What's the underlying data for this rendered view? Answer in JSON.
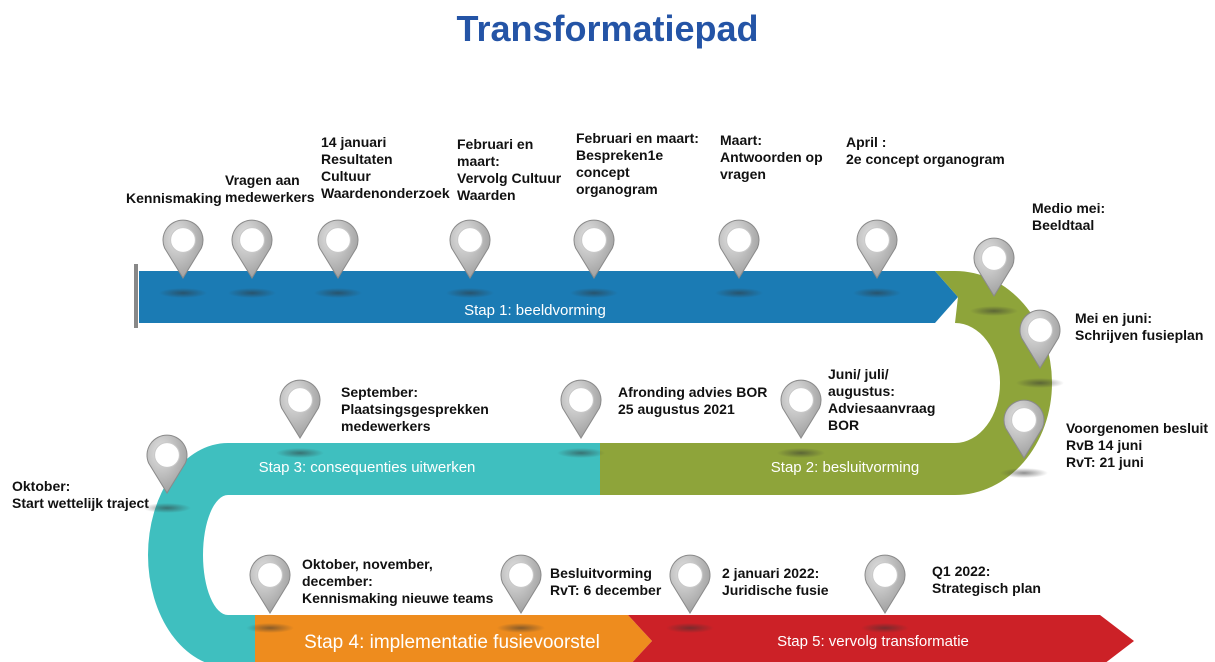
{
  "title": "Transformatiepad",
  "stages": {
    "s1": "Stap 1: beeldvorming",
    "s2": "Stap 2: besluitvorming",
    "s3": "Stap 3: consequenties uitwerken",
    "s4": "Stap 4: implementatie fusievoorstel",
    "s5": "Stap 5: vervolg transformatie"
  },
  "colors": {
    "stage1": "#1b7bb4",
    "stage2": "#8ea43a",
    "stage3": "#3fbfbf",
    "stage4": "#ee8c1e",
    "stage5": "#cc2127",
    "title": "#2454a6",
    "marker": "#b3b3b3"
  },
  "milestones": {
    "m1": "Kennismaking",
    "m2": "Vragen aan\nmedewerkers",
    "m3": "14 januari\nResultaten\nCultuur\nWaardenonderzoek",
    "m4": "Februari en\nmaart:\nVervolg Cultuur\nWaarden",
    "m5": "Februari en maart:\nBespreken1e\nconcept\norganogram",
    "m6": "Maart:\nAntwoorden op\nvragen",
    "m7": "April :\n2e concept organogram",
    "m8": "Medio mei:\nBeeldtaal",
    "m9": "Mei en juni:\nSchrijven fusieplan",
    "m10": "Voorgenomen besluit\nRvB 14 juni\nRvT: 21 juni",
    "m11": "Juni/ juli/\naugustus:\nAdviesaanvraag\nBOR",
    "m12": "Afronding advies BOR\n25 augustus 2021",
    "m13": "September:\nPlaatsingsgesprekken\nmedewerkers",
    "m14": "Oktober:\nStart wettelijk traject",
    "m15": "Oktober, november,\ndecember:\nKennismaking nieuwe teams",
    "m16": "Besluitvorming\nRvT: 6 december",
    "m17": "2 januari 2022:\nJuridische fusie",
    "m18": "Q1 2022:\nStrategisch plan"
  }
}
